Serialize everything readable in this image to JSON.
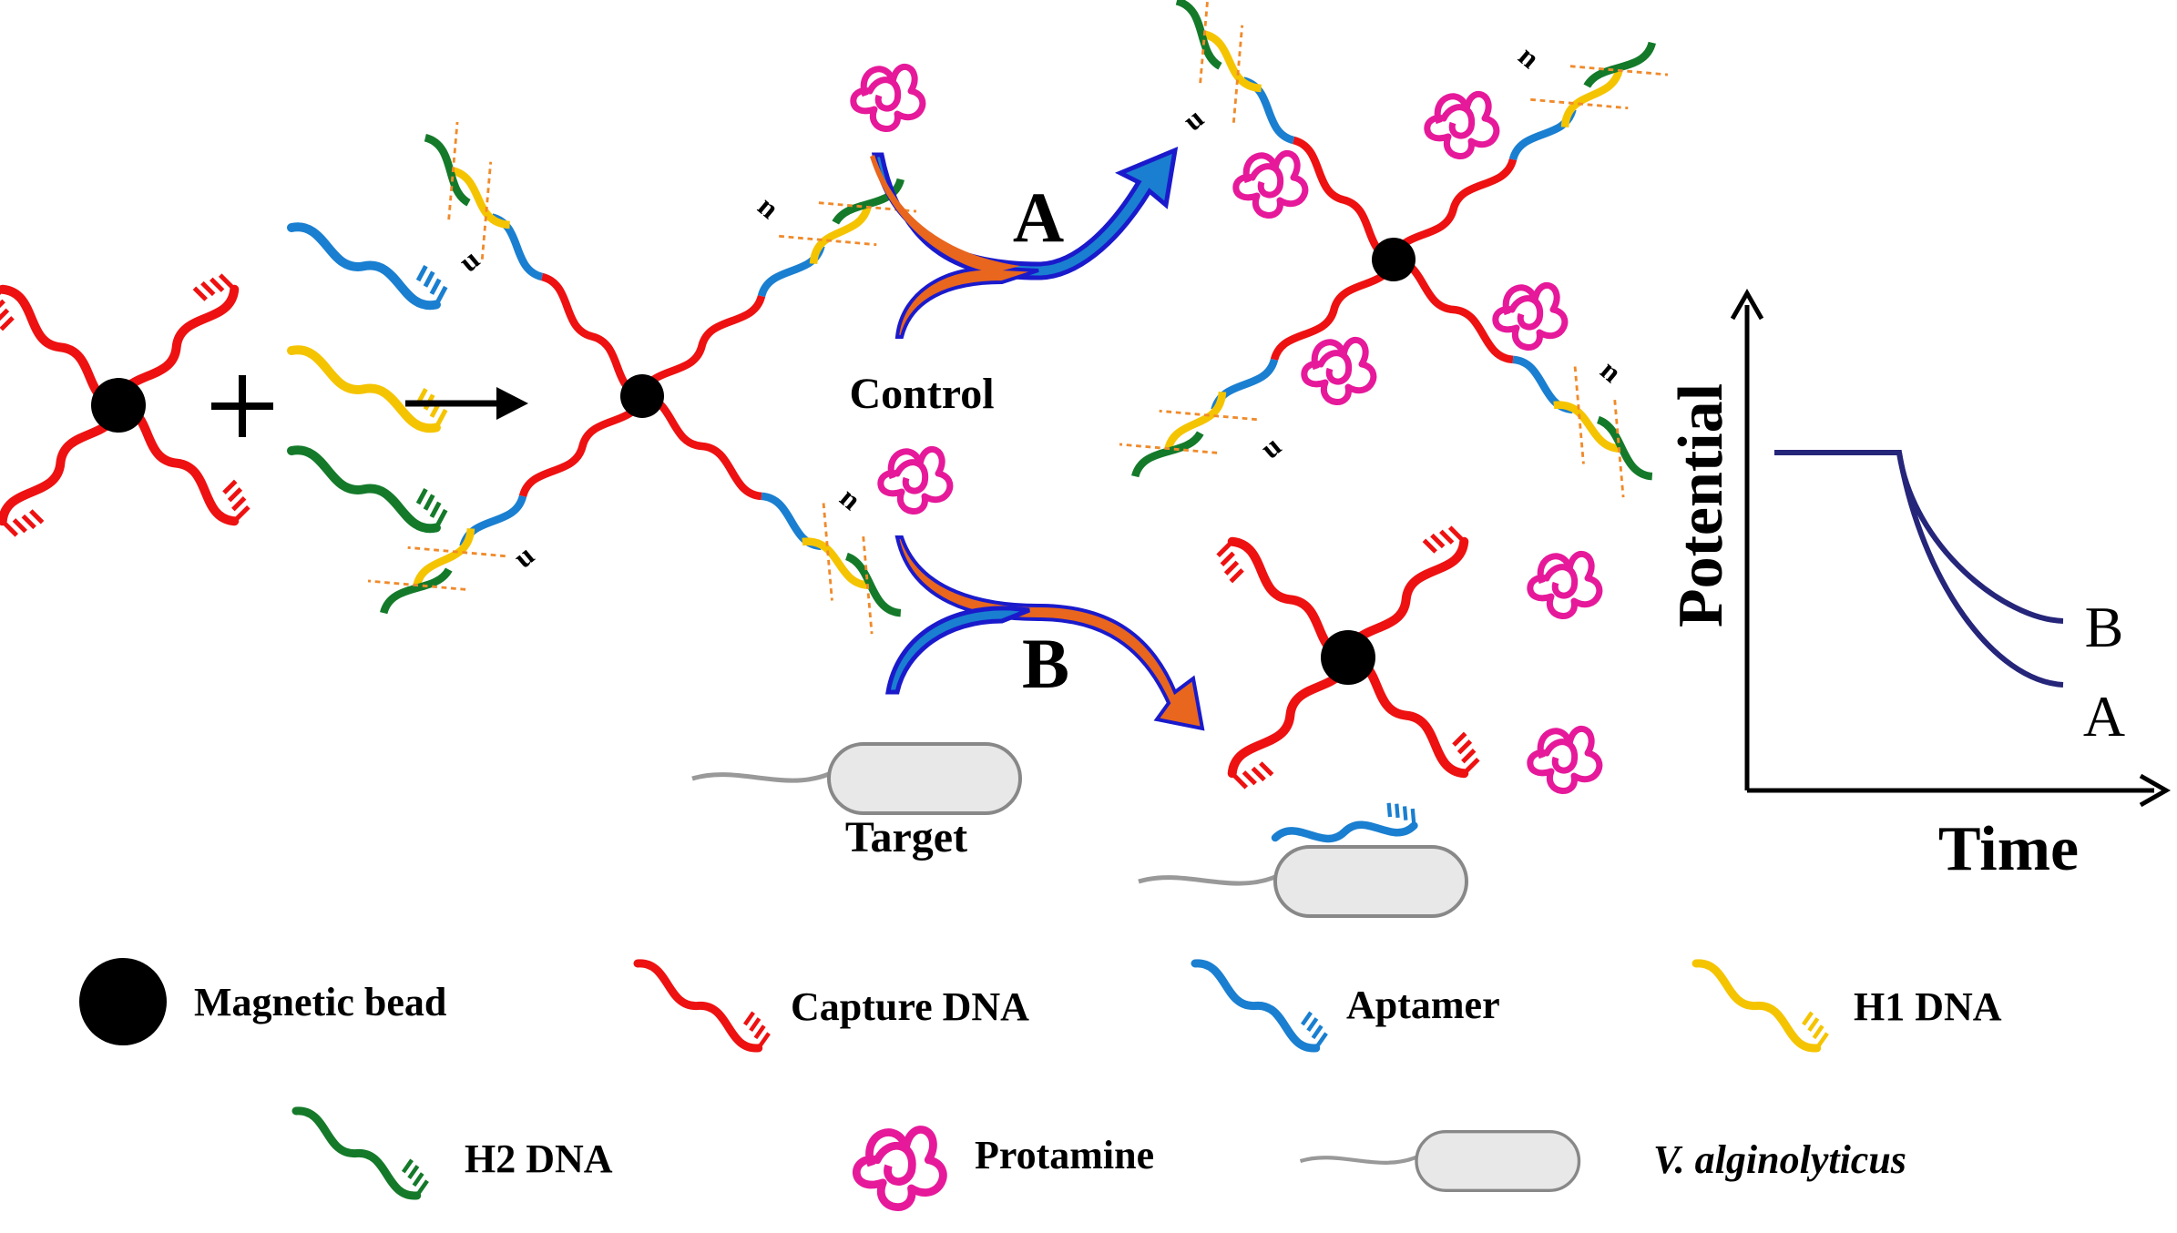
{
  "labels": {
    "path_a": "A",
    "path_b": "B",
    "control": "Control",
    "target": "Target",
    "n": "n",
    "u": "u"
  },
  "graph": {
    "ylabel": "Potential",
    "xlabel": "Time",
    "curve_b": "B",
    "curve_a": "A"
  },
  "legend": {
    "magnetic_bead": "Magnetic bead",
    "capture_dna": "Capture DNA",
    "aptamer": "Aptamer",
    "h1_dna": "H1 DNA",
    "h2_dna": "H2 DNA",
    "protamine": "Protamine",
    "v_alginolyticus": "V. alginolyticus"
  },
  "colors": {
    "capture": "#ee1111",
    "aptamer": "#1a7fd0",
    "h1": "#f5c400",
    "h2": "#147a2a",
    "protamine": "#e6199a",
    "arrow_fill": "#e8661e",
    "arrow_edge": "#1a1acc",
    "curve": "#25257a",
    "orange_dots": "#f08a2a"
  }
}
